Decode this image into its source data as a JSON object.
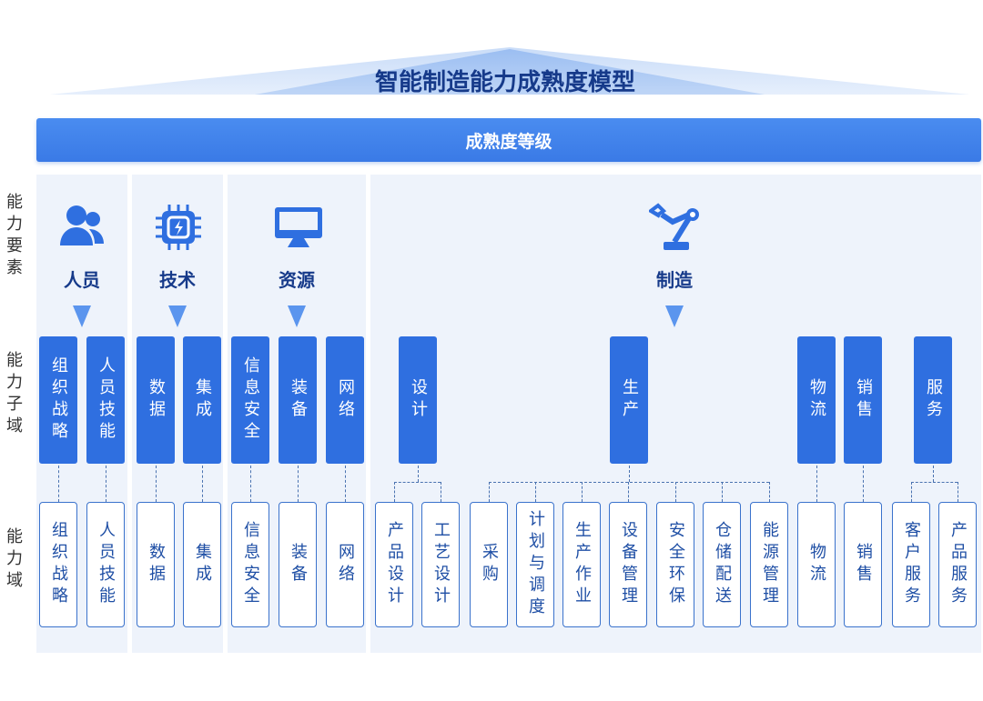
{
  "title": "智能制造能力成熟度模型",
  "maturity_bar": "成熟度等级",
  "row_labels": {
    "elements": "能力要素",
    "subdomains": "能力子域",
    "domains": "能力域"
  },
  "elements": [
    {
      "label": "人员",
      "icon": "people-icon"
    },
    {
      "label": "技术",
      "icon": "chip-icon"
    },
    {
      "label": "资源",
      "icon": "monitor-icon"
    },
    {
      "label": "制造",
      "icon": "robot-arm-icon"
    }
  ],
  "subdomains": [
    "组织战略",
    "人员技能",
    "数据",
    "集成",
    "信息安全",
    "装备",
    "网络",
    "设计",
    "生产",
    "物流",
    "销售",
    "服务"
  ],
  "domains": [
    "组织战略",
    "人员技能",
    "数据",
    "集成",
    "信息安全",
    "装备",
    "网络",
    "产品设计",
    "工艺设计",
    "采购",
    "计划与调度",
    "生产作业",
    "设备管理",
    "安全环保",
    "仓储配送",
    "能源管理",
    "物流",
    "销售",
    "客户服务",
    "产品服务"
  ],
  "colors": {
    "primary": "#2f6fe0",
    "title": "#163a8a",
    "panel": "#eef3fb"
  }
}
